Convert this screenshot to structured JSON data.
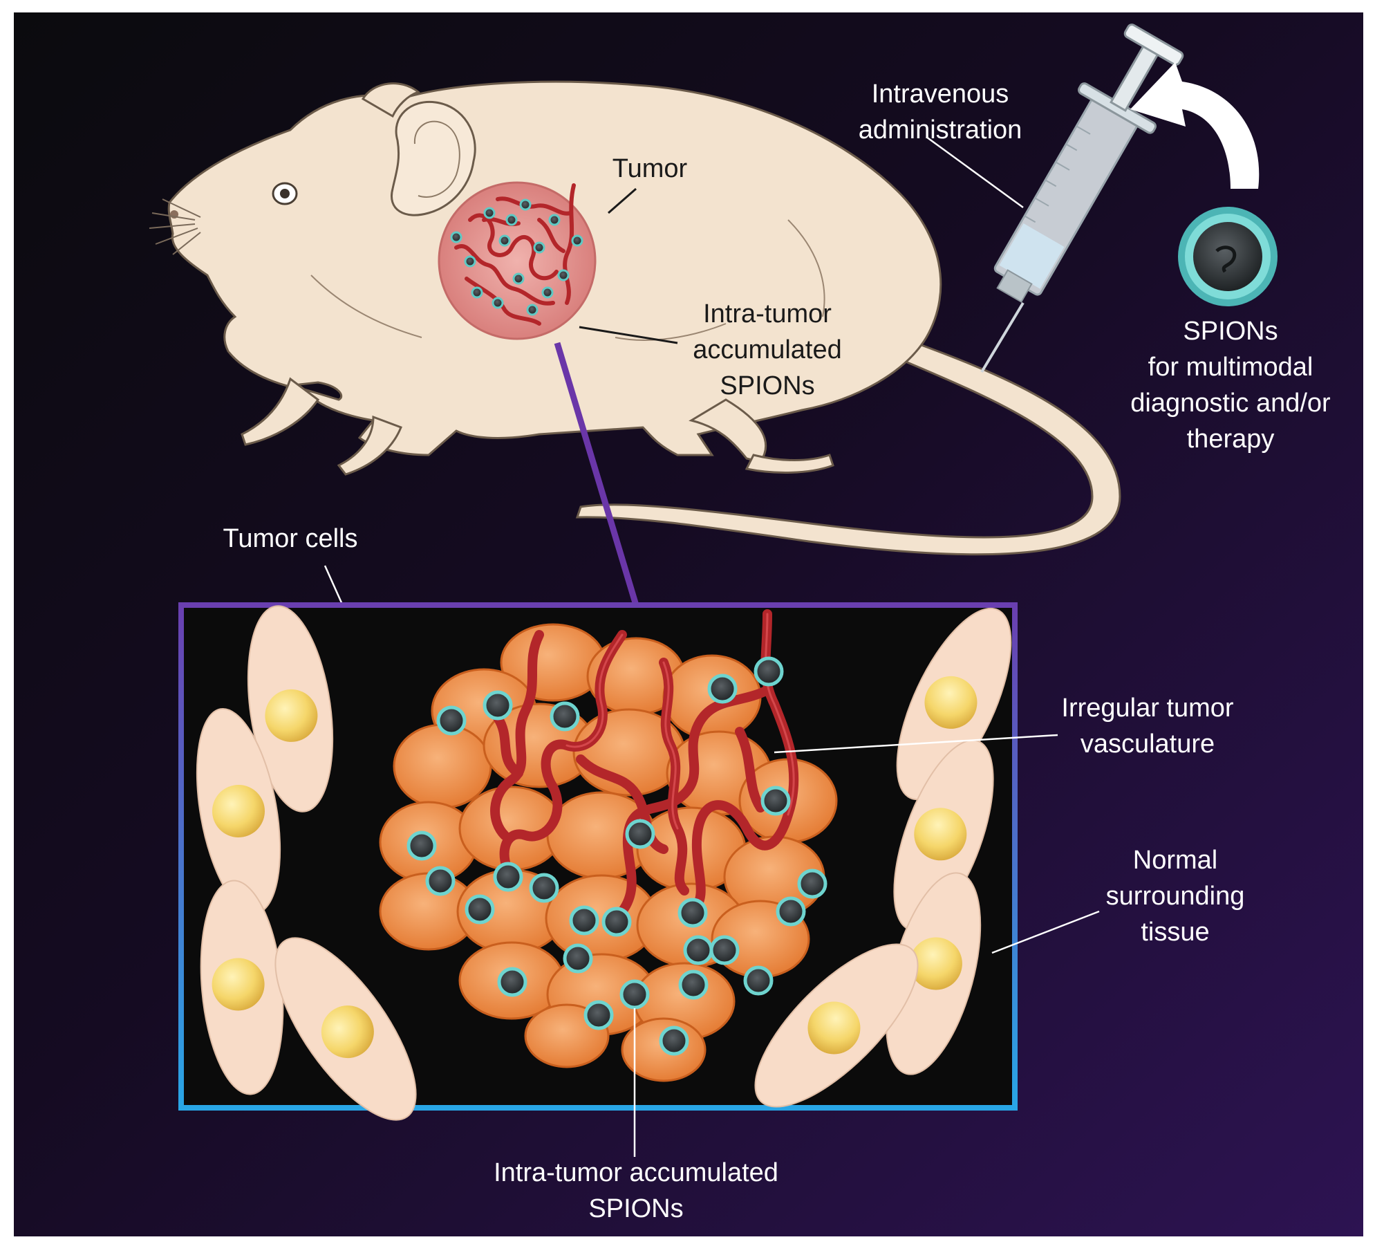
{
  "labels": {
    "intravenous": [
      "Intravenous",
      "administration"
    ],
    "spions": [
      "SPIONs",
      "for multimodal",
      "diagnostic and/or",
      "therapy"
    ],
    "tumor": "Tumor",
    "intra_tumor_mouse": [
      "Intra-tumor",
      "accumulated",
      "SPIONs"
    ],
    "tumor_cells": "Tumor cells",
    "irregular_vasculature": [
      "Irregular tumor",
      "vasculature"
    ],
    "normal_tissue": [
      "Normal",
      "surrounding",
      "tissue"
    ],
    "intra_tumor_bottom": [
      "Intra-tumor accumulated",
      "SPIONs"
    ]
  },
  "colors": {
    "background_dark": "#0b0b0e",
    "background_purple": "#2d1352",
    "mouse_body": "#f3e3cf",
    "tumor_circle": "#e9a3a0",
    "vessel": "#b3262a",
    "tumor_cell": "#ee8a3e",
    "normal_cell": "#f8dcc8",
    "nucleus": "#f4cf5a",
    "spion_ring": "#5fc9c4",
    "spion_core": "#2f3436",
    "inset_border_top": "#6a3fb0",
    "inset_border_bottom": "#29a6e6",
    "connector": "#6a36a8"
  },
  "icons": [
    "syringe-icon",
    "curved-arrow-icon",
    "spion-nanoparticle-icon",
    "mouse-illustration"
  ]
}
